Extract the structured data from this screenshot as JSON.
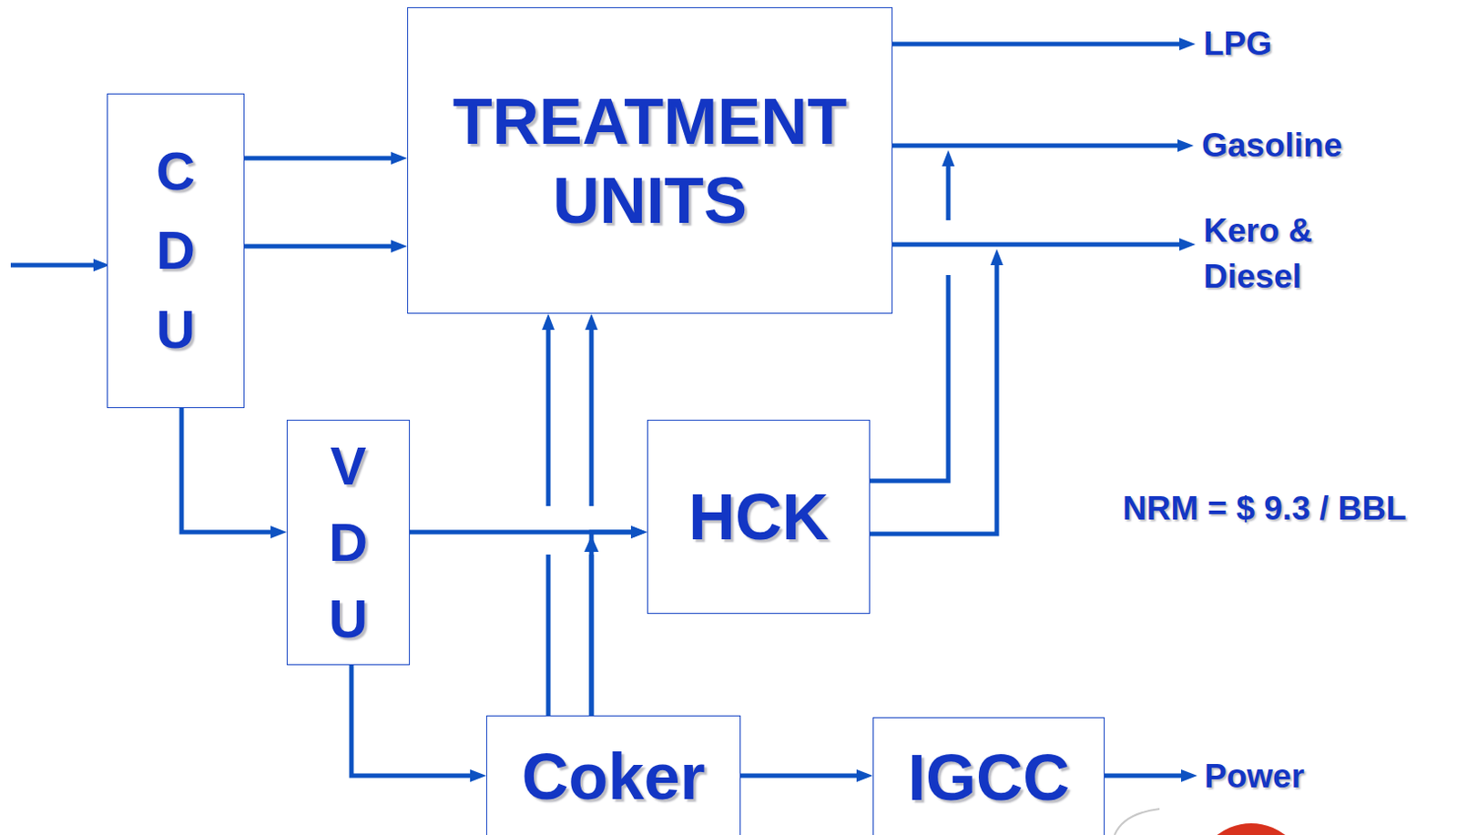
{
  "diagram": {
    "nodes": [
      {
        "text": [
          "CDU"
        ]
      },
      {
        "text": [
          "TREATMENT UNITS"
        ]
      },
      {
        "text": [
          "VDU"
        ]
      },
      {
        "text": [
          "HCK"
        ]
      },
      {
        "text": [
          "Coker"
        ]
      },
      {
        "text": [
          "IGCC"
        ]
      }
    ],
    "edges": [
      {
        "from": 0,
        "to": 1,
        "arrow": "to"
      },
      {
        "from": 0,
        "to": 1,
        "arrow": "to"
      },
      {
        "from": 0,
        "to": 2,
        "arrow": "to"
      },
      {
        "from": 2,
        "to": 3,
        "arrow": "to"
      },
      {
        "from": 2,
        "to": 4,
        "arrow": "to"
      },
      {
        "from": 4,
        "to": 1,
        "arrow": "to"
      },
      {
        "from": 4,
        "to": 1,
        "arrow": "to"
      },
      {
        "from": 4,
        "to": 3,
        "arrow": "to"
      },
      {
        "from": 4,
        "to": 5,
        "arrow": "to"
      }
    ],
    "labels": [
      "LPG",
      "Gasoline",
      "Kero & Diesel",
      "NRM = $ 9.3 / BBL",
      "Power"
    ]
  }
}
